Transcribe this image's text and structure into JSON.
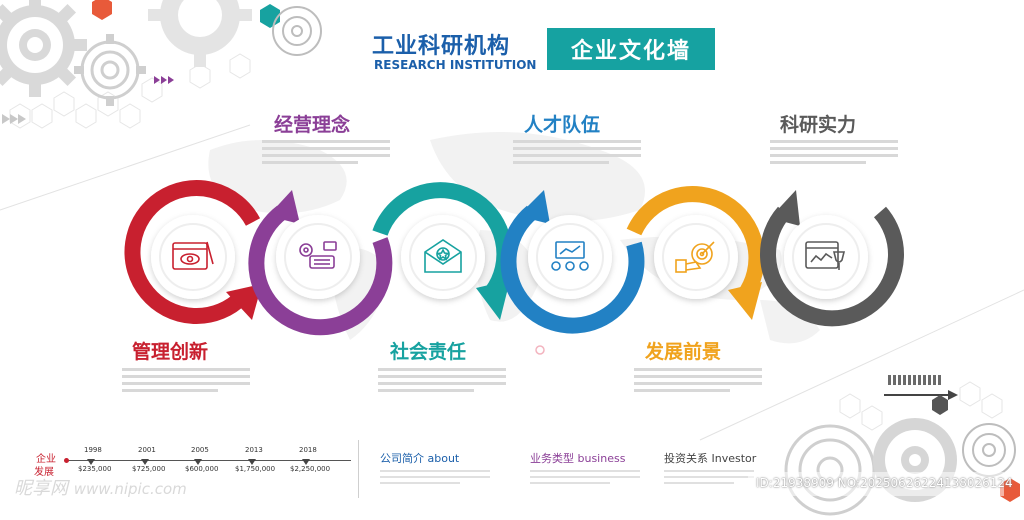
{
  "header": {
    "title_cn": "工业科研机构",
    "title_en": "RESEARCH INSTITUTION",
    "badge": "企业文化墙"
  },
  "colors": {
    "red": "#c8202f",
    "purple": "#8b3f97",
    "teal": "#17a2a0",
    "blue": "#2281c4",
    "orange": "#f0a31e",
    "gray": "#5a5a5a",
    "title_blue": "#1b5faa"
  },
  "sections": [
    {
      "id": "management",
      "title": "管理创新",
      "color": "#c8202f",
      "icon": "web-design-icon"
    },
    {
      "id": "business",
      "title": "经营理念",
      "color": "#8b3f97",
      "icon": "settings-keyboard-icon"
    },
    {
      "id": "social",
      "title": "社会责任",
      "color": "#17a2a0",
      "icon": "award-mail-icon"
    },
    {
      "id": "talent",
      "title": "人才队伍",
      "color": "#2281c4",
      "icon": "team-meeting-icon"
    },
    {
      "id": "development",
      "title": "发展前景",
      "color": "#f0a31e",
      "icon": "target-goal-icon"
    },
    {
      "id": "research",
      "title": "科研实力",
      "color": "#5a5a5a",
      "icon": "trophy-chart-icon"
    }
  ],
  "timeline": {
    "label_top": "企业",
    "label_bottom": "发展",
    "items": [
      {
        "year": "1998",
        "value": "$235,000"
      },
      {
        "year": "2001",
        "value": "$725,000"
      },
      {
        "year": "2005",
        "value": "$600,000"
      },
      {
        "year": "2013",
        "value": "$1,750,000"
      },
      {
        "year": "2018",
        "value": "$2,250,000"
      }
    ]
  },
  "footer": {
    "about": "公司简介 about",
    "business": "业务类型 business",
    "investor": "投资关系  Investor"
  },
  "watermark": {
    "left_main": "昵享网",
    "left_url": "www.nipic.com",
    "right": "ID:21938909 NO:20250626224138026124"
  }
}
